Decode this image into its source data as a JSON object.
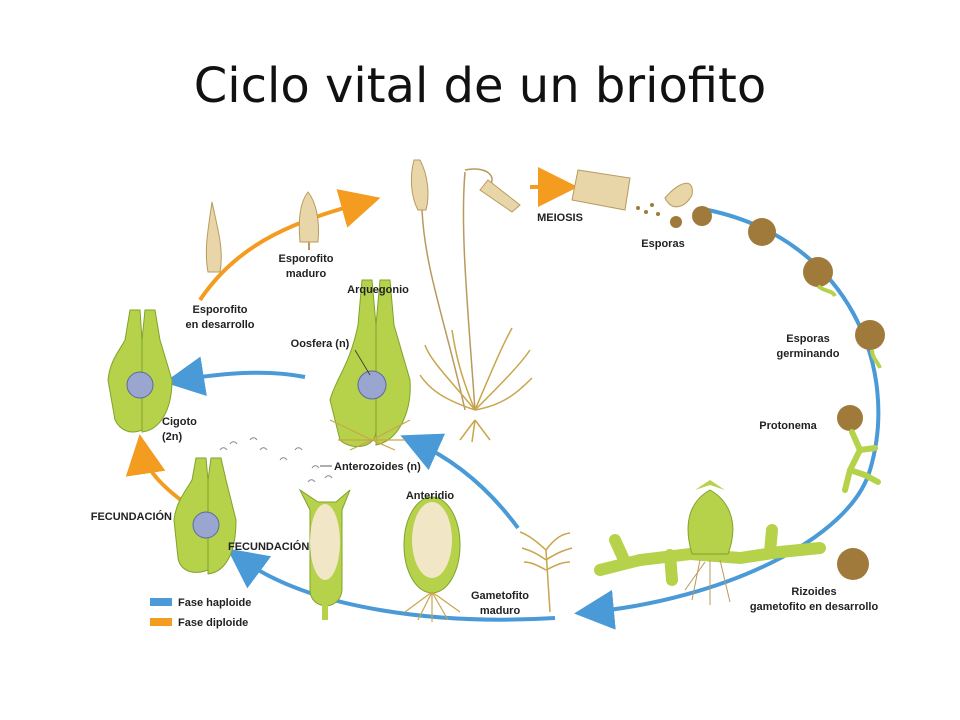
{
  "title": "Ciclo vital de un briofito",
  "labels": {
    "esporofito_desarrollo_1": "Esporofito",
    "esporofito_desarrollo_2": "en desarrollo",
    "esporofito_maduro_1": "Esporofito",
    "esporofito_maduro_2": "maduro",
    "arquegonio": "Arquegonio",
    "oosfera": "Oosfera (n)",
    "cigoto_1": "Cigoto",
    "cigoto_2": "(2n)",
    "anterozoides": "Anterozoides (n)",
    "anteridio": "Anteridio",
    "fecundacion_left": "FECUNDACIÓN",
    "fecundacion_center": "FECUNDACIÓN",
    "gametofito_maduro_1": "Gametofito",
    "gametofito_maduro_2": "maduro",
    "meiosis": "MEIOSIS",
    "esporas": "Esporas",
    "esporas_germinando_1": "Esporas",
    "esporas_germinando_2": "germinando",
    "protonema": "Protonema",
    "rizoides_1": "Rizoides",
    "rizoides_2": "gametofito en desarrollo"
  },
  "legend": [
    {
      "label": "Fase haploide",
      "color": "#4a9ad8"
    },
    {
      "label": "Fase diploide",
      "color": "#f39c1f"
    }
  ],
  "colors": {
    "haploid": "#4a9ad8",
    "diploid": "#f39c1f",
    "tissue": "#b5d24a",
    "tissue_dark": "#7fa32b",
    "nucleus": "#9aa6cf",
    "spore": "#a07a3a",
    "capsule": "#e9d6a8"
  }
}
